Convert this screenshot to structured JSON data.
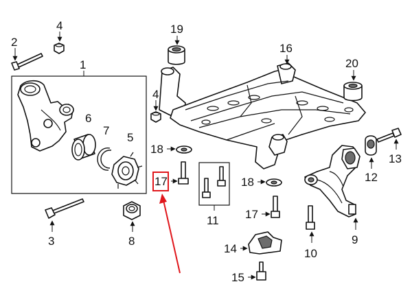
{
  "callouts": [
    "1",
    "2",
    "3",
    "4",
    "4",
    "5",
    "6",
    "7",
    "8",
    "9",
    "10",
    "11",
    "12",
    "13",
    "14",
    "15",
    "16",
    "17",
    "17",
    "18",
    "18",
    "19",
    "20"
  ],
  "colors": {
    "line": "#111111",
    "highlight_box": "#e0161b",
    "arrow": "#e0161b",
    "shade": "#6d6d6d"
  },
  "highlight": {
    "label": "17"
  }
}
